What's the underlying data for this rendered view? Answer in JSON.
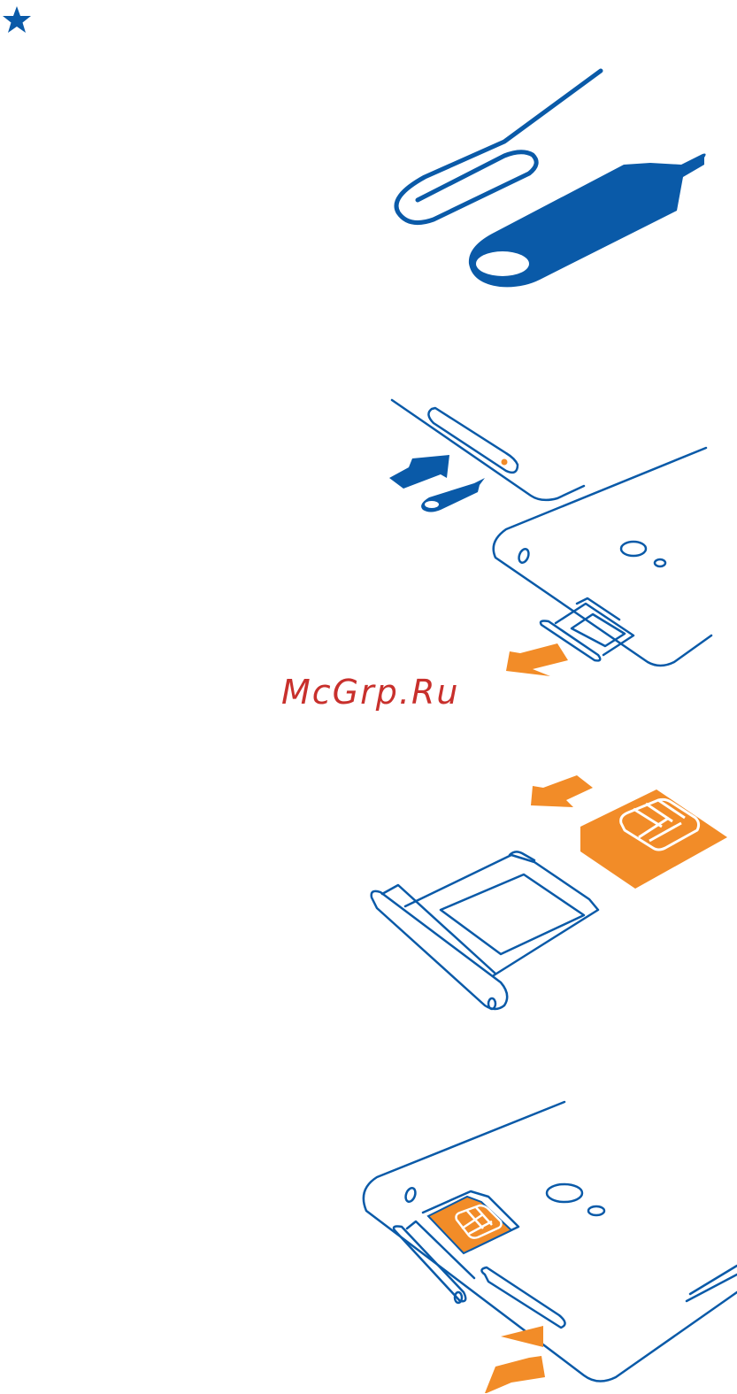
{
  "watermark": {
    "text": "McGrp.Ru"
  },
  "colors": {
    "nokia_blue": "#0a5aa8",
    "sim_orange": "#f28c28",
    "watermark_red": "#c8302c"
  },
  "icons": {
    "tip": "star-icon",
    "figures": [
      "sim-eject-tools-illustration",
      "open-sim-tray-illustration",
      "insert-sim-into-tray-illustration",
      "push-tray-back-illustration"
    ]
  }
}
